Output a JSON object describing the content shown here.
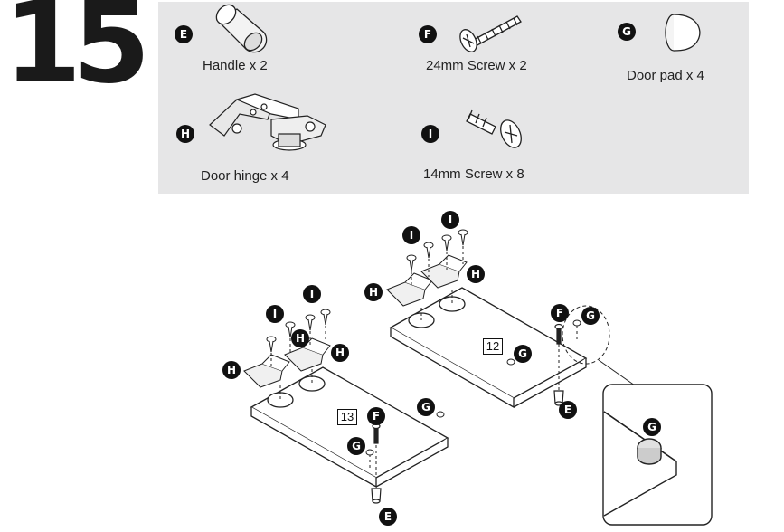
{
  "step_number": "15",
  "parts": [
    {
      "letter": "E",
      "label": "Handle x 2"
    },
    {
      "letter": "F",
      "label": "24mm Screw x 2"
    },
    {
      "letter": "G",
      "label": "Door pad x 4"
    },
    {
      "letter": "H",
      "label": "Door hinge  x 4"
    },
    {
      "letter": "I",
      "label": "14mm Screw x 8"
    }
  ],
  "panels": {
    "left": "13",
    "right": "12"
  },
  "callouts": {
    "I": "I",
    "H": "H",
    "F": "F",
    "G": "G",
    "E": "E"
  }
}
